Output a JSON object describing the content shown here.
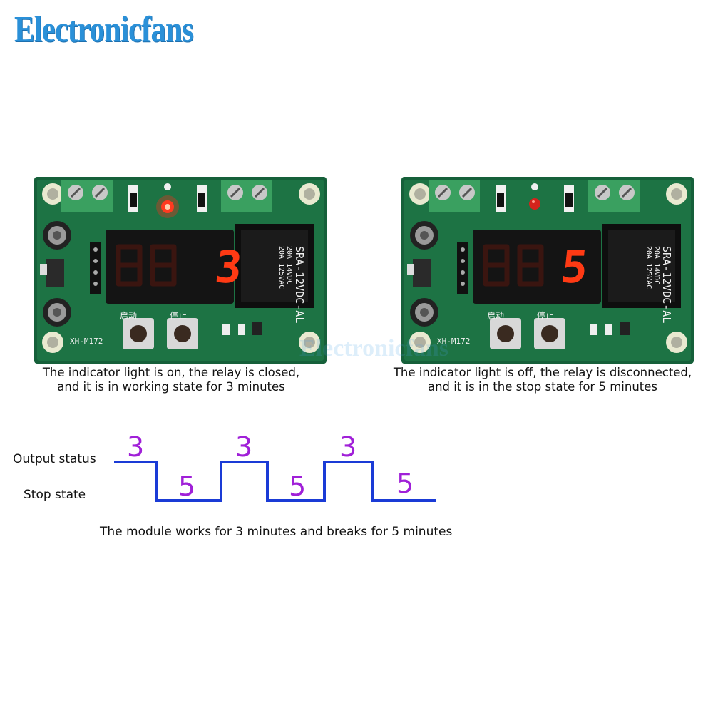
{
  "brand": {
    "name": "Electronicfans"
  },
  "watermark": {
    "text": "Electronicfans"
  },
  "colors": {
    "brand": "#2a90d8",
    "wave": "#1a3bd6",
    "numbers": "#a020d8",
    "led_on": "#ff2a1a",
    "digit": "#ff3a14"
  },
  "panels": [
    {
      "state": "on",
      "display_digit": "3",
      "indicator_light": "on",
      "start_label": "启动",
      "stop_label": "停止",
      "model_label": "XH-M172",
      "relay_lines": [
        "SRA-12VDC-AL",
        "20A 14VDC",
        "20A 125VAC"
      ],
      "caption": [
        "The indicator light is on, the relay is closed,",
        "and it is in working state for 3 minutes"
      ]
    },
    {
      "state": "off",
      "display_digit": "5",
      "indicator_light": "off",
      "start_label": "启动",
      "stop_label": "停止",
      "model_label": "XH-M172",
      "relay_lines": [
        "SRA-12VDC-AL",
        "20A 14VDC",
        "20A 125VAC"
      ],
      "caption": [
        "The indicator light is off, the relay is disconnected,",
        "and it is in the stop state for 5 minutes"
      ]
    }
  ],
  "timing": {
    "high_label": "Output status",
    "low_label": "Stop state",
    "segments": [
      {
        "level": "high",
        "value": "3"
      },
      {
        "level": "low",
        "value": "5"
      },
      {
        "level": "high",
        "value": "3"
      },
      {
        "level": "low",
        "value": "5"
      },
      {
        "level": "high",
        "value": "3"
      },
      {
        "level": "low",
        "value": "5"
      }
    ],
    "summary": "The module works for 3 minutes and breaks for 5 minutes"
  }
}
